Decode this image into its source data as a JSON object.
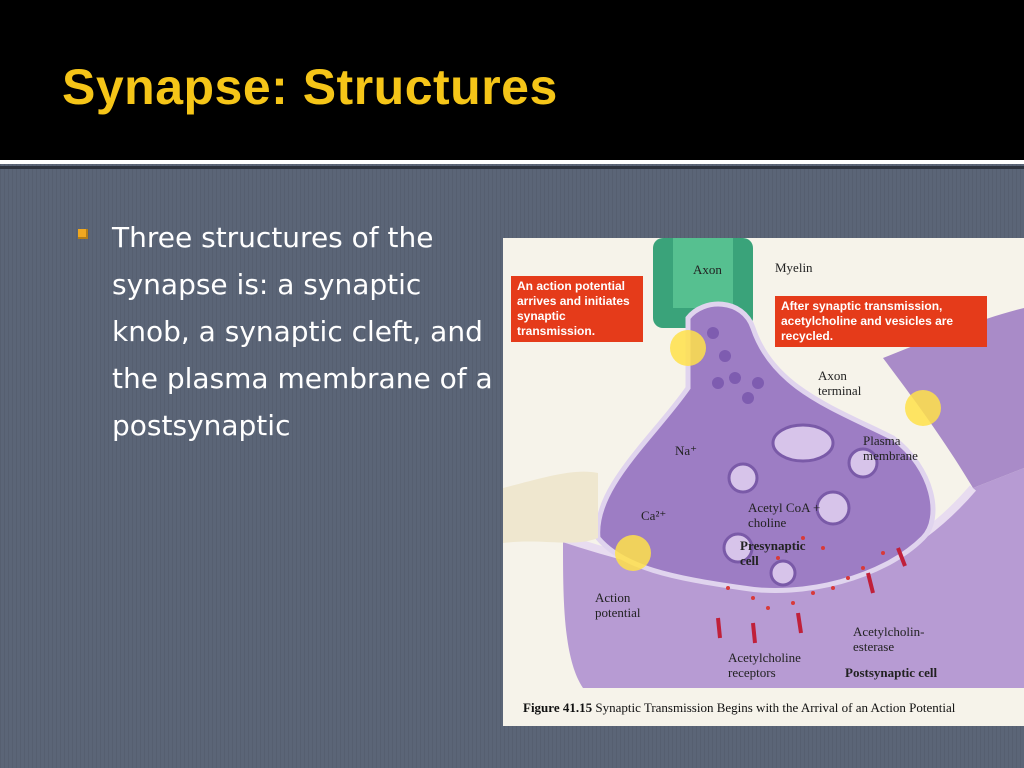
{
  "slide": {
    "title": "Synapse: Structures",
    "bullets": [
      "Three structures of the synapse is: a synaptic knob,  a synaptic cleft, and the plasma membrane of a postsynaptic"
    ]
  },
  "figure": {
    "callout_left": "An action potential arrives and initiates synaptic transmission.",
    "callout_right": "After synaptic transmission, acetylcholine and vesicles are recycled.",
    "labels": {
      "axon": "Axon",
      "myelin": "Myelin",
      "axon_terminal": "Axon terminal",
      "plasma_membrane": "Plasma membrane",
      "na": "Na⁺",
      "ca": "Ca²⁺",
      "acetyl": "Acetyl CoA + choline",
      "presynaptic": "Presynaptic cell",
      "action_potential": "Action potential",
      "acetylcholinesterase": "Acetylcholin- esterase",
      "receptors": "Acetylcholine receptors",
      "postsynaptic": "Postsynaptic cell"
    },
    "caption_fig": "Figure 41.15",
    "caption_text": "Synaptic Transmission Begins with the Arrival of an Action Potential"
  },
  "colors": {
    "title": "#f5c518",
    "bullet": "#f0a820",
    "background": "#5b6577",
    "callout": "#e53b1a"
  }
}
